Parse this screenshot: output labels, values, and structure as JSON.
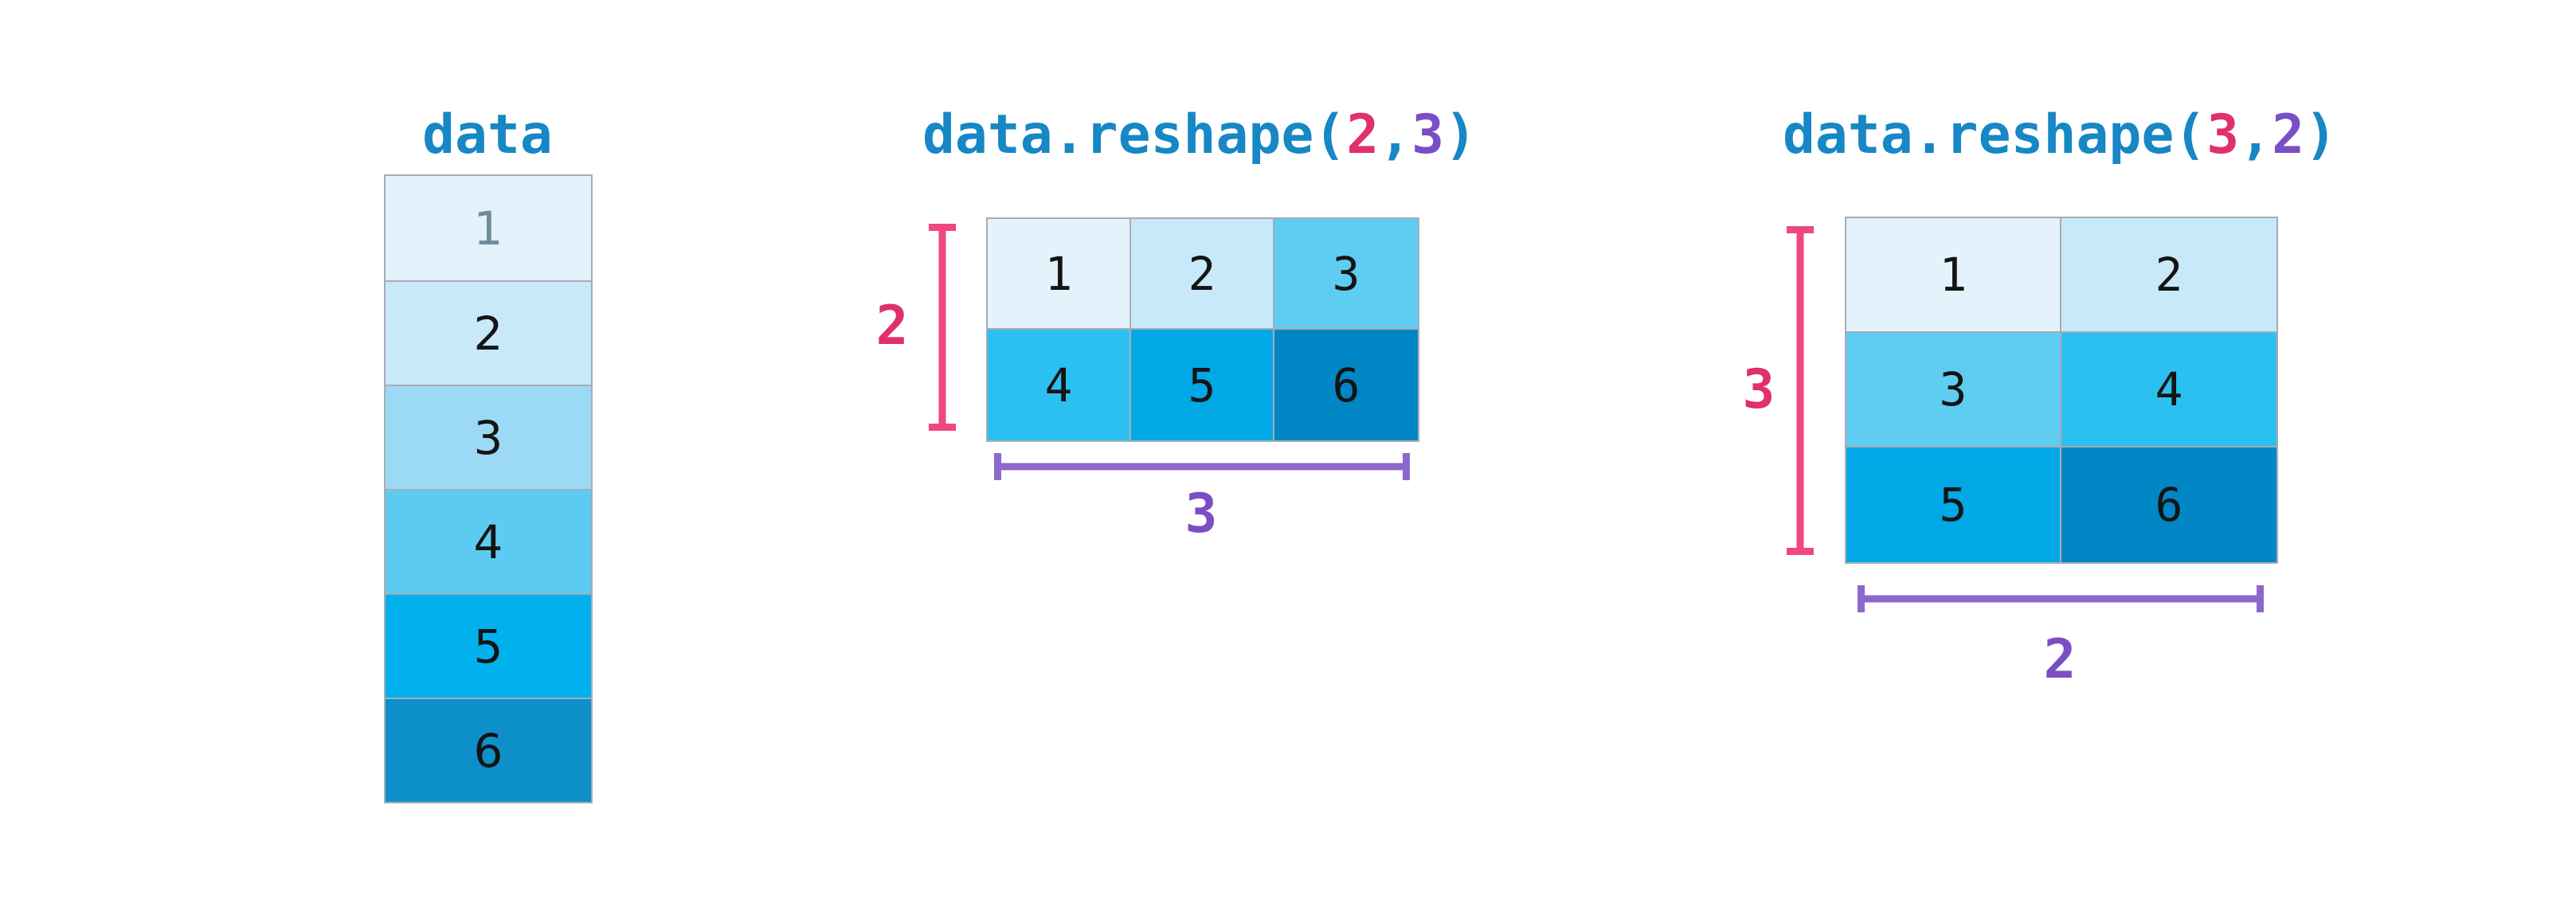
{
  "colors": {
    "title_blue": "#1787c5",
    "pink_text": "#e0306d",
    "pink_bracket": "#ee487e",
    "purple_text": "#7a4ec5",
    "purple_bracket": "#8d68cc",
    "cell_border": "#a7adb2",
    "digit_black": "#141414",
    "digit_gray": "#6f8b9a"
  },
  "data_column": {
    "title": "data",
    "cells": [
      {
        "value": "1",
        "bg": "#e2f1fa",
        "fg": "#6f8b9a"
      },
      {
        "value": "2",
        "bg": "#c7e9fa",
        "fg": "#141414"
      },
      {
        "value": "3",
        "bg": "#9bd9f4",
        "fg": "#141414"
      },
      {
        "value": "4",
        "bg": "#5dcbf1",
        "fg": "#141414"
      },
      {
        "value": "5",
        "bg": "#00b1ee",
        "fg": "#141414"
      },
      {
        "value": "6",
        "bg": "#0d90c9",
        "fg": "#141414"
      }
    ]
  },
  "reshape23": {
    "title_prefix": "data.reshape(",
    "rows_arg": "2",
    "comma": ",",
    "cols_arg": "3",
    "title_suffix": ")",
    "row_label": "2",
    "col_label": "3",
    "cells": [
      {
        "value": "1",
        "bg": "#e3f2fb",
        "fg": "#141414"
      },
      {
        "value": "2",
        "bg": "#c7e9fa",
        "fg": "#141414"
      },
      {
        "value": "3",
        "bg": "#5fccf1",
        "fg": "#141414"
      },
      {
        "value": "4",
        "bg": "#2cc0f0",
        "fg": "#141414"
      },
      {
        "value": "5",
        "bg": "#00a8e5",
        "fg": "#141414"
      },
      {
        "value": "6",
        "bg": "#0086c4",
        "fg": "#141414"
      }
    ]
  },
  "reshape32": {
    "title_prefix": "data.reshape(",
    "rows_arg": "3",
    "comma": ",",
    "cols_arg": "2",
    "title_suffix": ")",
    "row_label": "3",
    "col_label": "2",
    "cells": [
      {
        "value": "1",
        "bg": "#e3f2fb",
        "fg": "#141414"
      },
      {
        "value": "2",
        "bg": "#c7e9fa",
        "fg": "#141414"
      },
      {
        "value": "3",
        "bg": "#5fccf1",
        "fg": "#141414"
      },
      {
        "value": "4",
        "bg": "#2cc0f0",
        "fg": "#141414"
      },
      {
        "value": "5",
        "bg": "#00a8e5",
        "fg": "#141414"
      },
      {
        "value": "6",
        "bg": "#0086c4",
        "fg": "#141414"
      }
    ]
  }
}
